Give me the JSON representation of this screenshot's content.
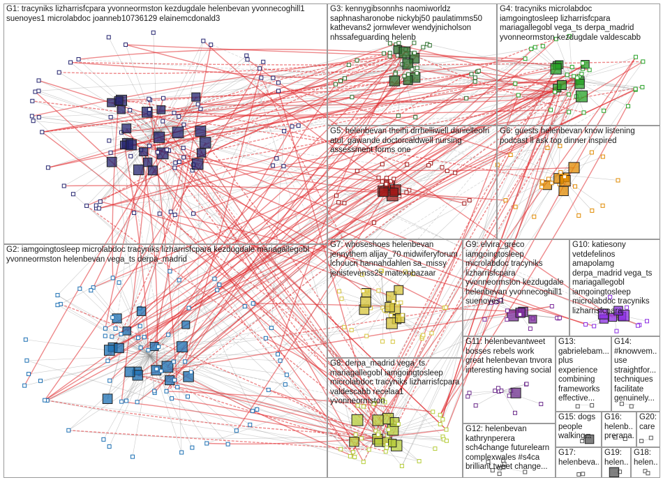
{
  "palette": {
    "edge_red": "#e0262a",
    "edge_gray": "#8c8c8c",
    "box_border": "#9a9a9a",
    "G1": "#22226e",
    "G2": "#1b6fb3",
    "G3": "#2b6e2b",
    "G4": "#26a126",
    "G5": "#a01818",
    "G6": "#e08a00",
    "G7": "#d6c43a",
    "G8": "#b5cc38",
    "G9": "#7a2a9a",
    "G10": "#8a2be2",
    "G11": "#6a2a8a",
    "G12": "#555555"
  },
  "groups": [
    {
      "id": "G1",
      "label": "G1: tracyniks lizharrisfcpara yvonneormston kezdugdale helenbevan yvonnecoghill1\nsuenoyes1 microlabdoc joanneb10736129 elainemcdonald3",
      "node_count": 95,
      "color_key": "G1"
    },
    {
      "id": "G3",
      "label": "G3: kennygibsonnhs naomiworldz\nsaphnasharonobe nickybj50 paulatimms50\nkathevans2 jornwlever wendyjnicholson\nnhssafeguarding helenb",
      "node_count": 45,
      "color_key": "G3"
    },
    {
      "id": "G4",
      "label": "G4: tracyniks microlabdoc\niamgoingtosleep lizharrisfcpara\nmariagallegobl vega_ts derpa_madrid\nyvonneormston kezdugdale valdescabb",
      "node_count": 40,
      "color_key": "G4"
    },
    {
      "id": "G5",
      "label": "G5: helenbevan theihi drrhelliwell danielleofri\natul_gawande doctorcaldwell nursing\nassessment forms one",
      "node_count": 30,
      "color_key": "G5"
    },
    {
      "id": "G6",
      "label": "G6: guests helenbevan know listening\npodcast ll ask top dinner inspired",
      "node_count": 28,
      "color_key": "G6"
    },
    {
      "id": "G2",
      "label": "G2: iamgoingtosleep microlabdoc tracyniks lizharrisfcpara kezdugdale mariagallegobl\nyvonneormston helenbevan vega_ts derpa_madrid",
      "node_count": 90,
      "color_key": "G2"
    },
    {
      "id": "G7",
      "label": "G7: whoseshoes helenbevan\njennythem alijay_70 midwiferyforum\nlchoucri hannahdahlen sa_missy\njenistevenss2s matexpbazaar",
      "node_count": 40,
      "color_key": "G7"
    },
    {
      "id": "G9",
      "label": "G9: elvira_greco\niamgoingtosleep\nmicrolabdoc tracyniks\nlizharrisfcpara\nyvonneormston kezdugdale\nhelenbevan yvonnecoghill1\nsuenoyes1",
      "node_count": 18,
      "color_key": "G9"
    },
    {
      "id": "G10",
      "label": "G10: katiesony\nvetdefelinos\namapolamg\nderpa_madrid vega_ts\nmariagallegobl\niamgoingtosleep\nmicrolabdoc tracyniks\nlizharrisfcpara",
      "node_count": 14,
      "color_key": "G10"
    },
    {
      "id": "G8",
      "label": "G8: derpa_madrid vega_ts\nmariagallegobl iamgoingtosleep\nmicrolabdoc tracyniks lizharrisfcpara\nvaldescabb recelaa1\nyvonneormston",
      "node_count": 45,
      "color_key": "G8"
    },
    {
      "id": "G11",
      "label": "G11: helenbevantweet\nbosses rebels work\ngreat helenbevan tnvora\ninteresting having social",
      "node_count": 14,
      "color_key": "G11"
    },
    {
      "id": "G13",
      "label": "G13:\ngabrielebam...\nplus\nexperience\ncombining\nframeworks\neffective...",
      "node_count": 2,
      "color_key": "G12"
    },
    {
      "id": "G14",
      "label": "G14:\n#knowvem...\nuse\nstraightfor...\ntechniques\nfacilitate\ngenuinely...",
      "node_count": 2,
      "color_key": "G12"
    },
    {
      "id": "G12",
      "label": "G12: helenbevan\nkathrynperera\nsch4change futurelearn\ncomplexwales #s4ca\nbrilliant tweet change...",
      "node_count": 8,
      "color_key": "G12"
    },
    {
      "id": "G15",
      "label": "G15: dogs\npeople\nwalking...",
      "node_count": 3,
      "color_key": "G12"
    },
    {
      "id": "G16",
      "label": "G16:\nhelenb...\nprerana...",
      "node_count": 2,
      "color_key": "G12"
    },
    {
      "id": "G20",
      "label": "G20:\ncare",
      "node_count": 2,
      "color_key": "G12"
    },
    {
      "id": "G17",
      "label": "G17:\nhelenbeva...",
      "node_count": 2,
      "color_key": "G12"
    },
    {
      "id": "G19",
      "label": "G19:\nhelen...",
      "node_count": 2,
      "color_key": "G12"
    },
    {
      "id": "G18",
      "label": "G18:\nhelen...",
      "node_count": 2,
      "color_key": "G12"
    }
  ],
  "hub_links": [
    {
      "from": "G1",
      "to": "G4",
      "weight": "heavy"
    },
    {
      "from": "G1",
      "to": "G8",
      "weight": "heavy"
    },
    {
      "from": "G1",
      "to": "G2",
      "weight": "heavy"
    },
    {
      "from": "G2",
      "to": "G4",
      "weight": "heavy"
    },
    {
      "from": "G2",
      "to": "G8",
      "weight": "heavy"
    },
    {
      "from": "G1",
      "to": "G3",
      "weight": "heavy"
    },
    {
      "from": "G4",
      "to": "G8",
      "weight": "heavy"
    },
    {
      "from": "G5",
      "to": "G2",
      "weight": "medium"
    },
    {
      "from": "G3",
      "to": "G2",
      "weight": "medium"
    },
    {
      "from": "G6",
      "to": "G1",
      "weight": "light"
    },
    {
      "from": "G7",
      "to": "G1",
      "weight": "light"
    },
    {
      "from": "G9",
      "to": "G2",
      "weight": "light"
    },
    {
      "from": "G10",
      "to": "G1",
      "weight": "light"
    },
    {
      "from": "G5",
      "to": "G1",
      "weight": "light"
    },
    {
      "from": "G3",
      "to": "G4",
      "weight": "medium"
    }
  ]
}
